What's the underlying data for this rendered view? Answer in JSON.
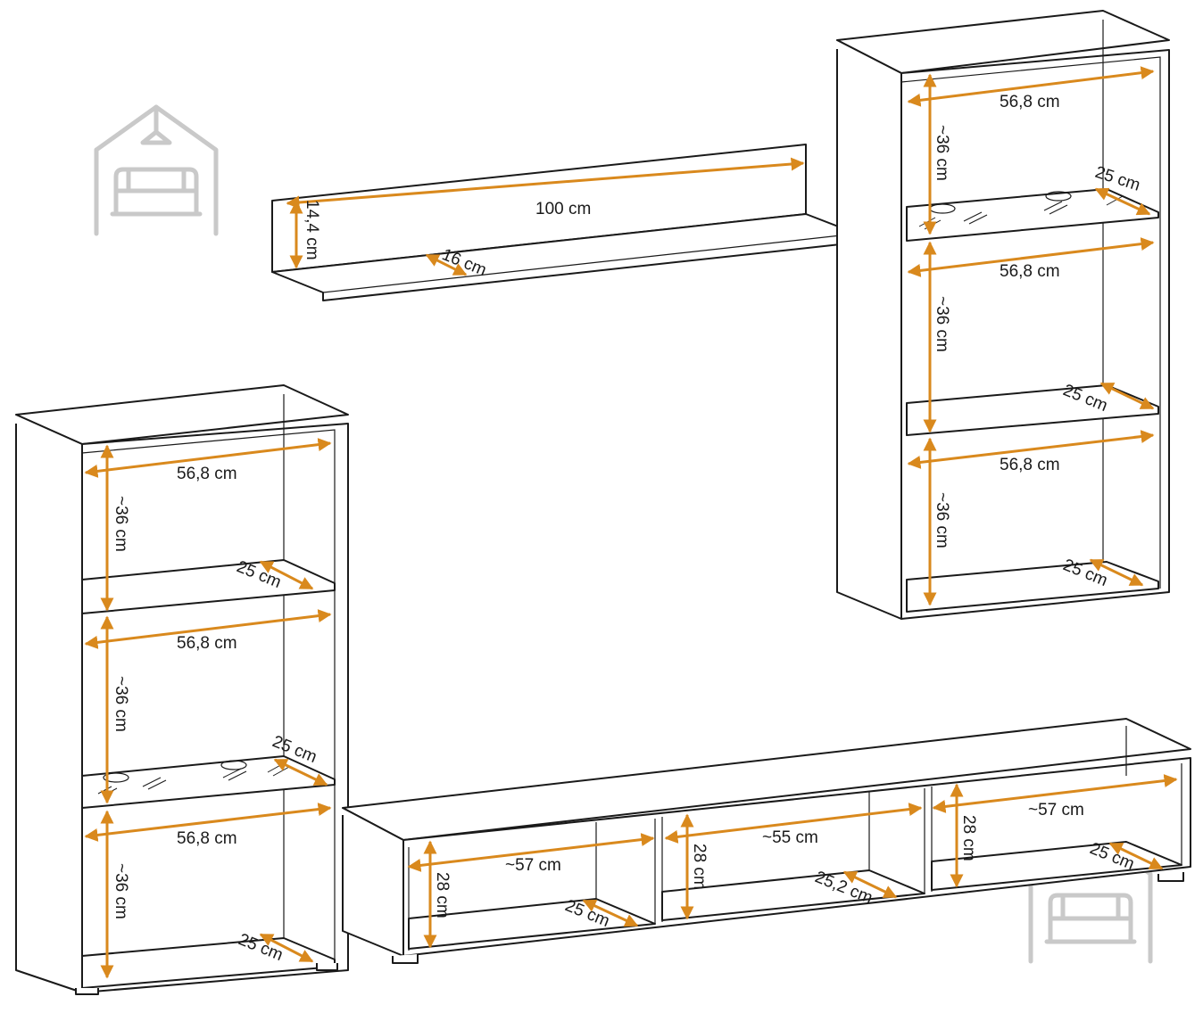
{
  "colors": {
    "dimension": "#d9891d",
    "outline": "#1a1a1a",
    "logo": "#c9c9c9",
    "background": "#ffffff"
  },
  "icons": {
    "logo": "house-with-sofa-icon"
  },
  "wall_shelf": {
    "width": "100 cm",
    "height": "14,4 cm",
    "depth": "16 cm"
  },
  "tall_cabinet_left": {
    "width_top": "56,8 cm",
    "height_top": "~36 cm",
    "depth_shelf_1": "25 cm",
    "width_middle": "56,8 cm",
    "height_middle": "~36 cm",
    "depth_glass_shelf": "25 cm",
    "width_bottom": "56,8 cm",
    "height_bottom": "~36 cm",
    "depth_bottom": "25 cm"
  },
  "hanging_cabinet_right": {
    "width_top": "56,8 cm",
    "height_top": "~36 cm",
    "depth_glass_shelf": "25 cm",
    "width_middle": "56,8 cm",
    "height_middle": "~36 cm",
    "depth_shelf": "25 cm",
    "width_bottom": "56,8 cm",
    "height_bottom": "~36 cm",
    "depth_bottom": "25 cm"
  },
  "tv_stand": {
    "left": {
      "width": "~57 cm",
      "height": "28 cm",
      "depth": "25 cm"
    },
    "middle": {
      "width": "~55 cm",
      "height": "28 cm",
      "depth": "25,2 cm"
    },
    "right": {
      "width": "~57 cm",
      "height": "28 cm",
      "depth": "25 cm"
    }
  }
}
